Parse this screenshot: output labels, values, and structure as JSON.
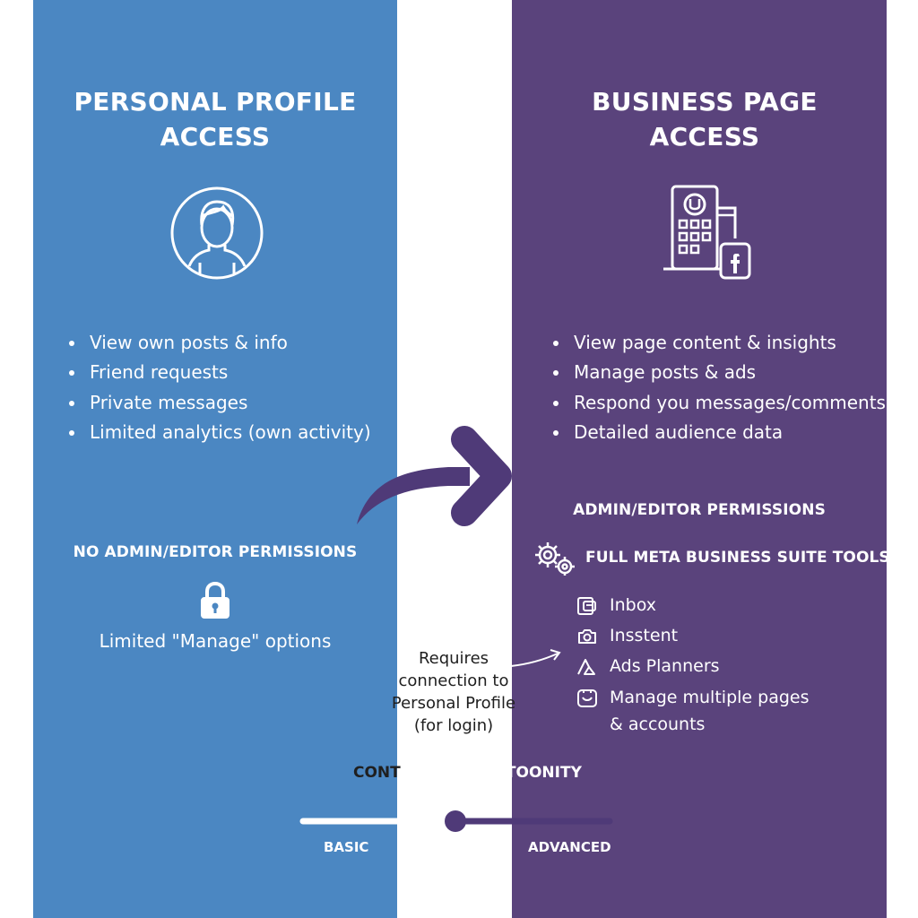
{
  "personal": {
    "title_line1": "PERSONAL PROFILE",
    "title_line2": "ACCESS",
    "icon": "user-profile-icon",
    "features": [
      "View own posts & info",
      "Friend requests",
      "Private messages",
      "Limited analytics (own activity)"
    ],
    "permissions_heading": "NO ADMIN/EDITOR PERMISSIONS",
    "lock_icon": "lock-icon",
    "manage_note": "Limited \"Manage\" options"
  },
  "business": {
    "title_line1": "BUSINESS PAGE",
    "title_line2": "ACCESS",
    "icon": "business-building-facebook-icon",
    "features": [
      "View page content & insights",
      "Manage posts & ads",
      "Respond you messages/comments",
      "Detailed audience data"
    ],
    "permissions_heading": "ADMIN/EDITOR PERMISSIONS",
    "tools_heading": "FULL META BUSINESS SUITE TOOLS",
    "tools": [
      {
        "icon": "inbox-icon",
        "label": "Inbox"
      },
      {
        "icon": "camera-icon",
        "label": "Insstent"
      },
      {
        "icon": "ads-planner-icon",
        "label": "Ads Planners"
      },
      {
        "icon": "pages-icon",
        "label_line1": "Manage multiple pages",
        "label_line2": "& accounts"
      }
    ]
  },
  "connection_note": {
    "line1": "Requires",
    "line2": "connection to",
    "line3": "Personal Profile",
    "line4": "(for login)"
  },
  "control": {
    "title_part1": "CONT",
    "title_part2": "ROL & FUNCTOONITY",
    "basic_label": "BASIC",
    "advanced_label": "ADVANCED"
  },
  "colors": {
    "personal_blue": "#4b87c2",
    "business_purple": "#5a437c",
    "arrow_purple": "#4f3a78",
    "text_white": "#ffffff",
    "note_text": "#1f1f1f"
  }
}
